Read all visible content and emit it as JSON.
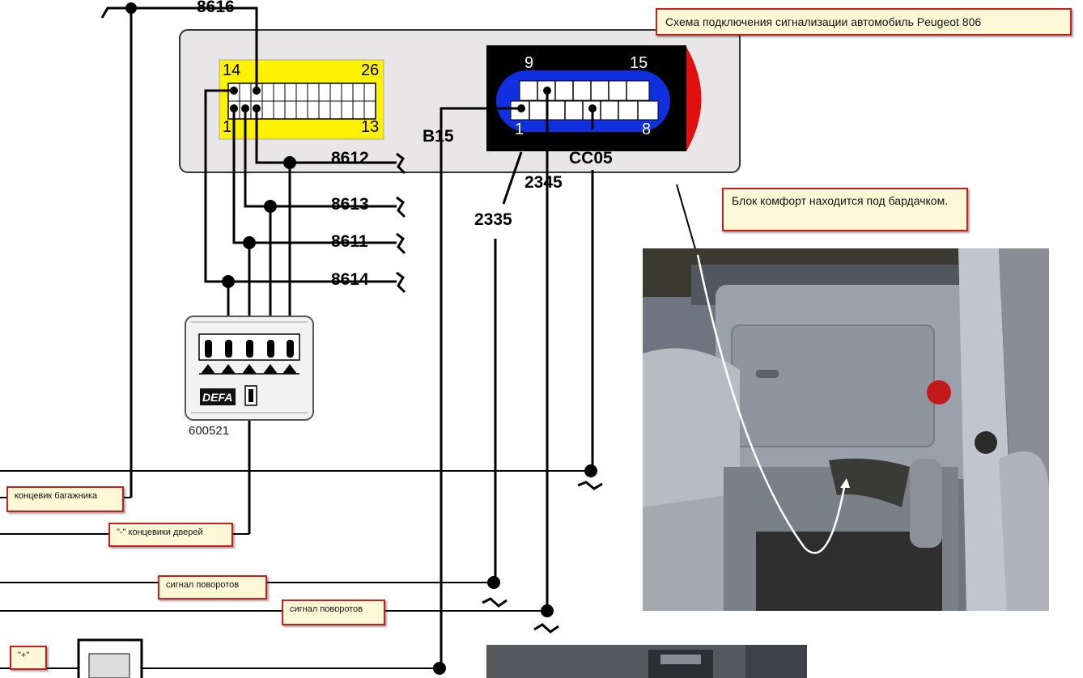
{
  "notes": {
    "title": "Схема подключения сигнализации автомобиль Peugeot 806",
    "comfort_block": "Блок комфорт находится под бардачком.",
    "trunk_switch": "концевик багажника",
    "door_switches": "\"-\" концевики дверей",
    "turn_signal_1": "сигнал поворотов",
    "turn_signal_2": "сигнал поворотов",
    "plus": "\"+\""
  },
  "wires": {
    "w8616": "8616",
    "w8612": "8612",
    "w8613": "8613",
    "w8611": "8611",
    "w8614": "8614",
    "wB15": "B15",
    "w2345": "2345",
    "w2335": "2335",
    "wCC05": "CC05"
  },
  "yellow_connector": {
    "pin_top_left": "14",
    "pin_top_right": "26",
    "pin_bottom_left": "1",
    "pin_bottom_right": "13"
  },
  "black_connector": {
    "pin_top_left": "9",
    "pin_top_right": "15",
    "pin_bottom_left": "1",
    "pin_bottom_right": "8"
  },
  "defa_module": {
    "brand": "DEFA",
    "part_number": "600521"
  },
  "colors": {
    "housing": "#e8e6e6",
    "yellow_connector": "#fff200",
    "blue_ring": "#1030e0",
    "red_cap": "#e01010",
    "note_border": "#c82020",
    "note_fill": "#fff8d6"
  }
}
